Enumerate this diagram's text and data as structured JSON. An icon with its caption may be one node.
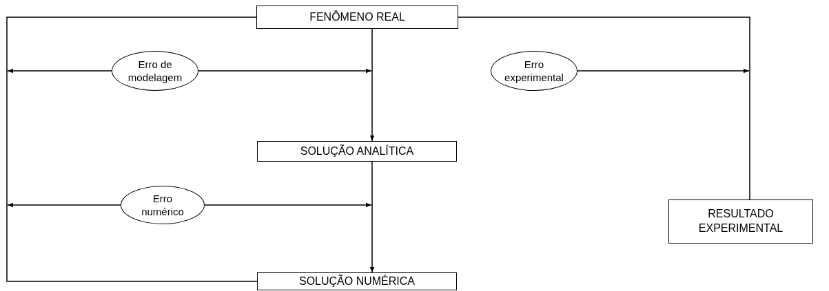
{
  "diagram": {
    "nodes": [
      {
        "text": [
          "FENÔMENO REAL"
        ]
      },
      {
        "text": [
          "Erro de modelagem"
        ]
      },
      {
        "text": [
          "Erro experimental"
        ]
      },
      {
        "text": [
          "SOLUÇÃO ANALÍTICA"
        ]
      },
      {
        "text": [
          "RESULTADO EXPERIMENTAL"
        ]
      },
      {
        "text": [
          "Erro numérico"
        ]
      },
      {
        "text": [
          "SOLUÇÃO NUMÉRICA"
        ]
      }
    ],
    "edges": [
      {
        "from": 0,
        "to": 6,
        "arrow": "none"
      },
      {
        "from": 0,
        "to": 4,
        "arrow": "none"
      },
      {
        "from": 0,
        "to": 3,
        "arrow": "to"
      },
      {
        "from": 3,
        "to": 6,
        "arrow": "to"
      },
      {
        "from": 1,
        "to": null,
        "arrow": "to"
      },
      {
        "from": 1,
        "to": null,
        "arrow": "to"
      },
      {
        "from": 2,
        "to": null,
        "arrow": "to"
      },
      {
        "from": 5,
        "to": null,
        "arrow": "to"
      },
      {
        "from": 5,
        "to": null,
        "arrow": "to"
      }
    ]
  }
}
